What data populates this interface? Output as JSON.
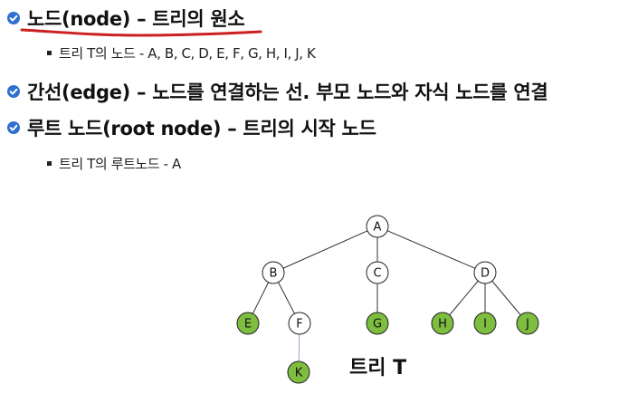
{
  "bullets": [
    {
      "text": "노드(node) – 트리의 원소"
    },
    {
      "text": "간선(edge) – 노드를 연결하는 선. 부모 노드와 자식 노드를 연결"
    },
    {
      "text": "루트 노드(root node) – 트리의 시작 노드"
    }
  ],
  "sub_bullets": [
    {
      "text": "트리 T의 노드 - A, B, C, D, E, F, G, H, I, J, K"
    },
    {
      "text": "트리 T의 루트노드 - A"
    }
  ],
  "colors": {
    "bullet_icon": "#2f6fd0",
    "underline": "#cc1f1f",
    "leaf_fill": "#7dbd3f",
    "internal_fill": "#ffffff",
    "node_stroke": "#222222",
    "edge": "#333333",
    "edge_to_k": "#8fa8c8"
  },
  "tree": {
    "nodes": [
      {
        "id": "A",
        "label": "A",
        "leaf": false
      },
      {
        "id": "B",
        "label": "B",
        "leaf": false
      },
      {
        "id": "C",
        "label": "C",
        "leaf": false
      },
      {
        "id": "D",
        "label": "D",
        "leaf": false
      },
      {
        "id": "E",
        "label": "E",
        "leaf": true
      },
      {
        "id": "F",
        "label": "F",
        "leaf": false
      },
      {
        "id": "G",
        "label": "G",
        "leaf": true
      },
      {
        "id": "H",
        "label": "H",
        "leaf": true
      },
      {
        "id": "I",
        "label": "I",
        "leaf": true
      },
      {
        "id": "J",
        "label": "J",
        "leaf": true
      },
      {
        "id": "K",
        "label": "K",
        "leaf": true
      }
    ],
    "edges": [
      [
        "A",
        "B"
      ],
      [
        "A",
        "C"
      ],
      [
        "A",
        "D"
      ],
      [
        "B",
        "E"
      ],
      [
        "B",
        "F"
      ],
      [
        "C",
        "G"
      ],
      [
        "D",
        "H"
      ],
      [
        "D",
        "I"
      ],
      [
        "D",
        "J"
      ],
      [
        "F",
        "K"
      ]
    ],
    "caption": "트리 T"
  }
}
